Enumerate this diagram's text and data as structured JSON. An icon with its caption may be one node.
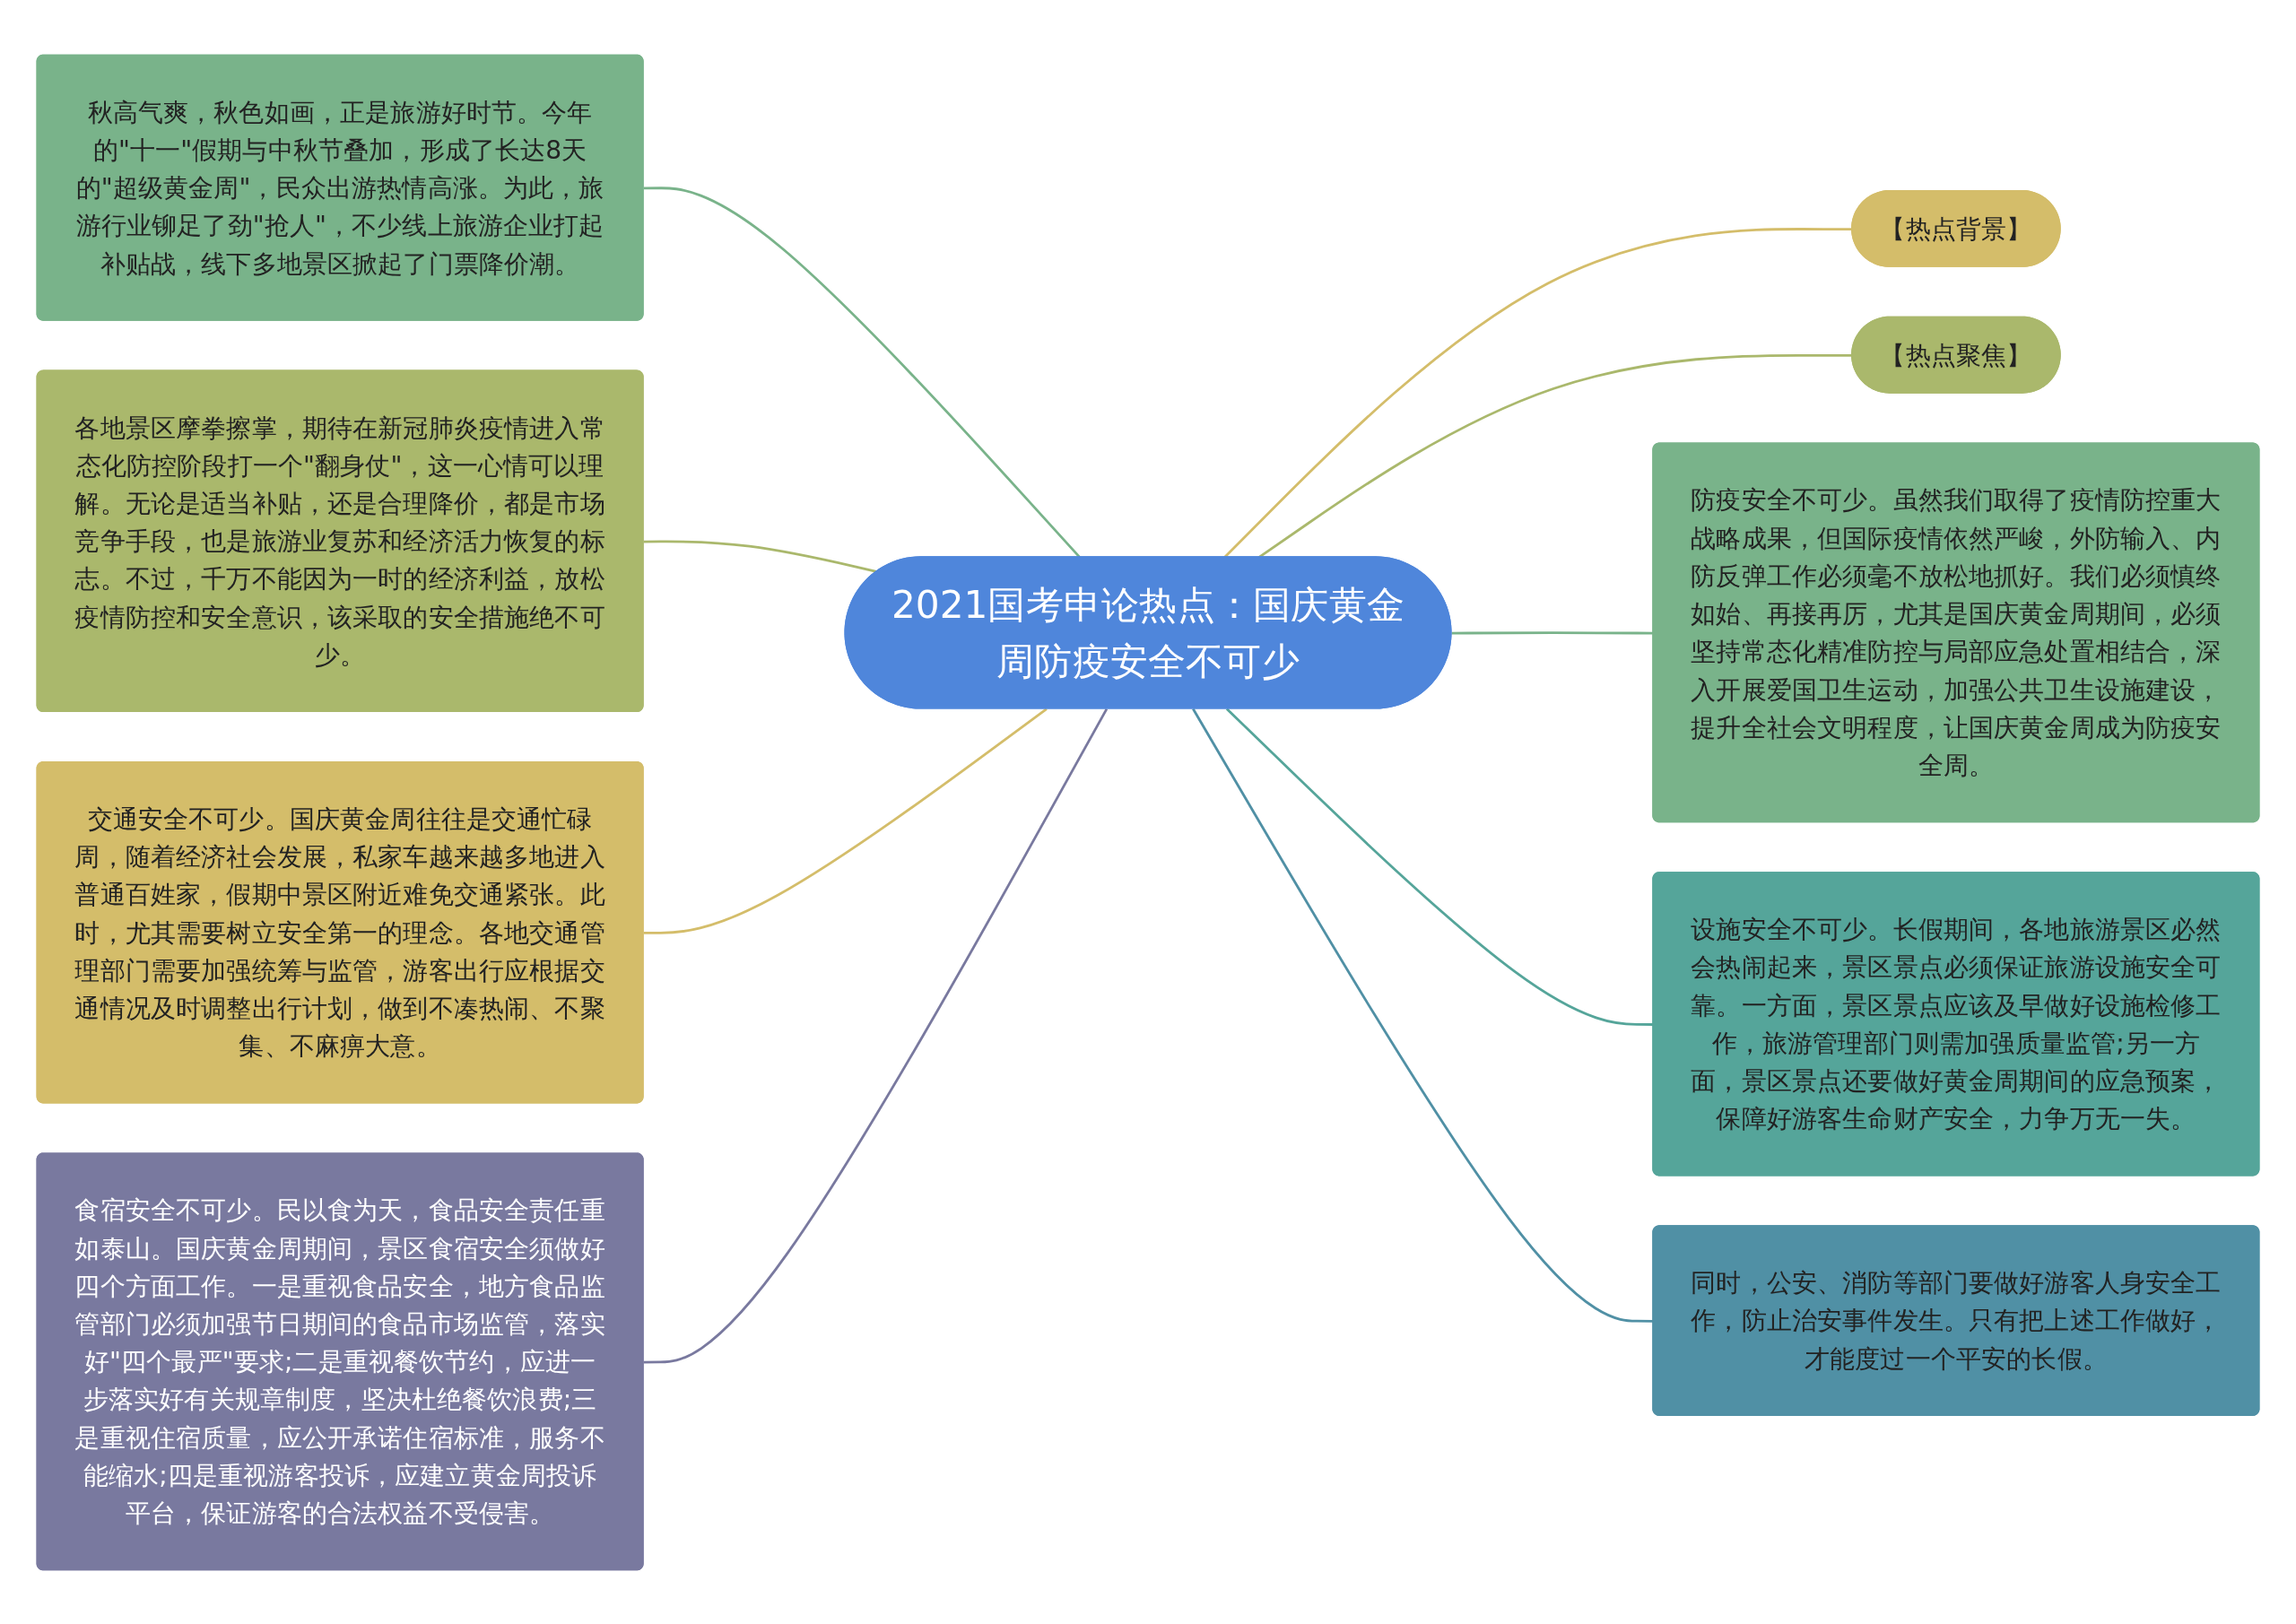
{
  "diagram": {
    "nodes": [
      {
        "text": [
          "2021国考申论热点：国庆黄金周防疫安全不可少"
        ]
      },
      {
        "text": [
          "秋高气爽，秋色如画，正是旅游好时节。今年的\"十一\"假期与中秋节叠加，形成了长达8天的\"超级黄金周\"，民众出游热情高涨。为此，旅游行业铆足了劲\"抢人\"，不少线上旅游企业打起补贴战，线下多地景区掀起了门票降价潮。"
        ]
      },
      {
        "text": [
          "各地景区摩拳擦掌，期待在新冠肺炎疫情进入常态化防控阶段打一个\"翻身仗\"，这一心情可以理解。无论是适当补贴，还是合理降价，都是市场竞争手段，也是旅游业复苏和经济活力恢复的标志。不过，千万不能因为一时的经济利益，放松疫情防控和安全意识，该采取的安全措施绝不可少。"
        ]
      },
      {
        "text": [
          "交通安全不可少。国庆黄金周往往是交通忙碌周，随着经济社会发展，私家车越来越多地进入普通百姓家，假期中景区附近难免交通紧张。此时，尤其需要树立安全第一的理念。各地交通管理部门需要加强统筹与监管，游客出行应根据交通情况及时调整出行计划，做到不凑热闹、不聚集、不麻痹大意。"
        ]
      },
      {
        "text": [
          "食宿安全不可少。民以食为天，食品安全责任重如泰山。国庆黄金周期间，景区食宿安全须做好四个方面工作。一是重视食品安全，地方食品监管部门必须加强节日期间的食品市场监管，落实好\"四个最严\"要求;二是重视餐饮节约，应进一步落实好有关规章制度，坚决杜绝餐饮浪费;三是重视住宿质量，应公开承诺住宿标准，服务不能缩水;四是重视游客投诉，应建立黄金周投诉平台，保证游客的合法权益不受侵害。"
        ]
      },
      {
        "text": [
          "【热点背景】"
        ]
      },
      {
        "text": [
          "【热点聚焦】"
        ]
      },
      {
        "text": [
          "防疫安全不可少。虽然我们取得了疫情防控重大战略成果，但国际疫情依然严峻，外防输入、内防反弹工作必须毫不放松地抓好。我们必须慎终如始、再接再厉，尤其是国庆黄金周期间，必须坚持常态化精准防控与局部应急处置相结合，深入开展爱国卫生运动，加强公共卫生设施建设，提升全社会文明程度，让国庆黄金周成为防疫安全周。"
        ]
      },
      {
        "text": [
          "设施安全不可少。长假期间，各地旅游景区必然会热闹起来，景区景点必须保证旅游设施安全可靠。一方面，景区景点应该及早做好设施检修工作，旅游管理部门则需加强质量监管;另一方面，景区景点还要做好黄金周期间的应急预案，保障好游客生命财产安全，力争万无一失。"
        ]
      },
      {
        "text": [
          "同时，公安、消防等部门要做好游客人身安全工作，防止治安事件发生。只有把上述工作做好，才能度过一个平安的长假。"
        ]
      }
    ],
    "edges": [
      {
        "from": 1,
        "to": 0,
        "arrow": "none",
        "color": "#79b38a"
      },
      {
        "from": 2,
        "to": 0,
        "arrow": "none",
        "color": "#aab86c"
      },
      {
        "from": 3,
        "to": 0,
        "arrow": "none",
        "color": "#d4bd6a"
      },
      {
        "from": 4,
        "to": 0,
        "arrow": "none",
        "color": "#79799f"
      },
      {
        "from": 0,
        "to": 5,
        "arrow": "none",
        "color": "#d4bd6a"
      },
      {
        "from": 0,
        "to": 6,
        "arrow": "none",
        "color": "#aab86c"
      },
      {
        "from": 0,
        "to": 7,
        "arrow": "none",
        "color": "#79b38a"
      },
      {
        "from": 0,
        "to": 8,
        "arrow": "none",
        "color": "#55a59a"
      },
      {
        "from": 0,
        "to": 9,
        "arrow": "none",
        "color": "#5090a5"
      }
    ]
  }
}
